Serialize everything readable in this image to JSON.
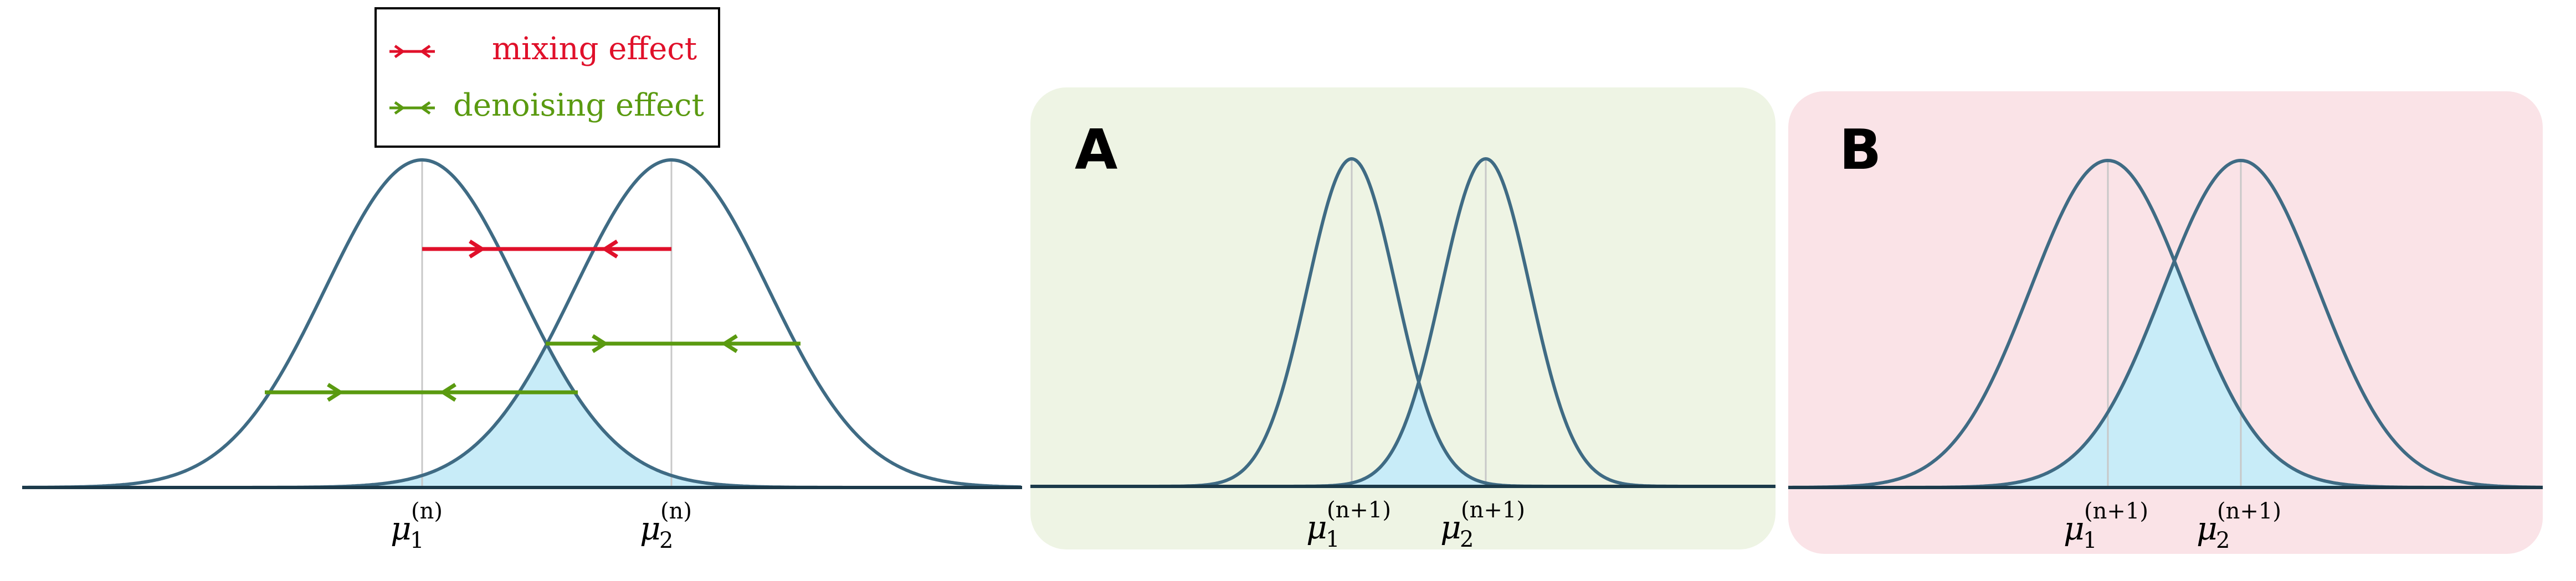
{
  "legend": {
    "mixing_label": "mixing effect",
    "denoising_label": "denoising effect"
  },
  "panels": {
    "a_label": "A",
    "b_label": "B"
  },
  "math": {
    "mu": "μ",
    "sub1": "1",
    "sub2": "2",
    "sup_n": "(n)",
    "sup_n1": "(n+1)"
  },
  "colors": {
    "curve": "#3f6b84",
    "overlap_fill": "#c8ecf8",
    "mixing_arrow": "#e0102a",
    "denoising_arrow": "#5a9a10",
    "panel_a_bg": "#eef4e4",
    "panel_b_bg": "#fae3e7",
    "axis": "#1c3a4a",
    "guide": "#c8c8c8"
  }
}
